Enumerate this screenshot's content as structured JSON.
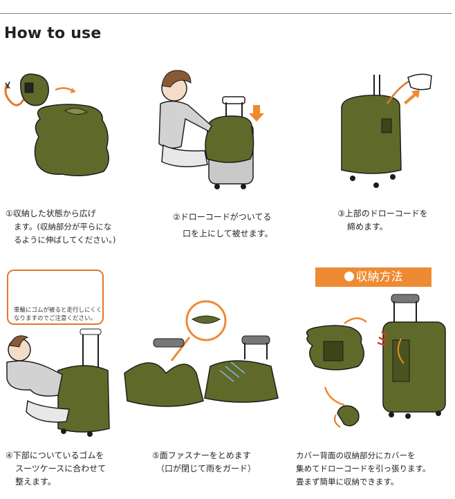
{
  "section_title": "How to use",
  "colors": {
    "cover_green": "#5f6a2a",
    "cover_green_dark": "#3d4418",
    "accent_orange": "#ee8a32",
    "outline": "#1c1c1c"
  },
  "steps": [
    {
      "lines": [
        "①収納した状態から広げ",
        "ます。(収納部分が平らにな",
        "るように伸ばしてください。)"
      ]
    },
    {
      "lines": [
        "②ドローコードがついてる",
        "口を上にして被せます。"
      ]
    },
    {
      "lines": [
        "③上部のドローコードを",
        "締めます。"
      ]
    },
    {
      "lines": [
        "④下部についているゴムを",
        "スーツケースに合わせて",
        "整えます。"
      ]
    },
    {
      "lines": [
        "⑤面ファスナーをとめます",
        "（口が閉じて雨をガード）"
      ]
    }
  ],
  "note": {
    "lines": [
      "車輪にゴムが被ると走行しにくく",
      "なりますのでご注意ください。"
    ]
  },
  "storage": {
    "banner_label": "収納方法",
    "lines": [
      "カバー背面の収納部分にカバーを",
      "集めてドローコードを引っ張ります。",
      "畳まず簡単に収納できます。"
    ]
  },
  "icons": [
    "arrow-right-icon",
    "arrow-down-icon",
    "arrow-up-right-icon",
    "circle-bullet-icon"
  ]
}
